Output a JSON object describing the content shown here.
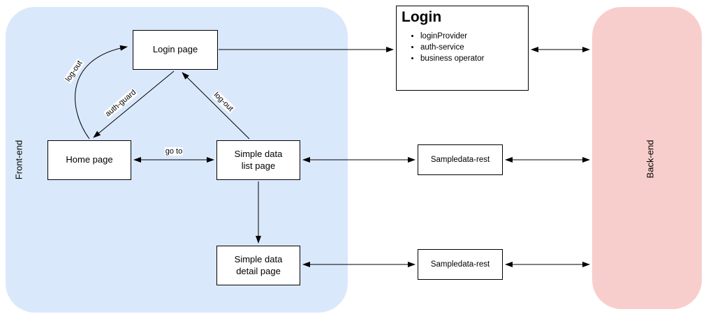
{
  "containers": {
    "frontend": {
      "label": "Front-end",
      "fill": "#dae8fc"
    },
    "backend": {
      "label": "Back-end",
      "fill": "#f8cecc"
    }
  },
  "nodes": {
    "login_page": {
      "label": "Login page"
    },
    "home_page": {
      "label": "Home page"
    },
    "list_page": {
      "line1": "Simple data",
      "line2": "list page"
    },
    "detail_page": {
      "line1": "Simple data",
      "line2": "detail page"
    },
    "login_service": {
      "title": "Login",
      "bullets": [
        "loginProvider",
        "auth-service",
        "business operator"
      ]
    },
    "rest_top": {
      "label": "Sampledata-rest"
    },
    "rest_bottom": {
      "label": "Sampledata-rest"
    }
  },
  "edge_labels": {
    "go_to": "go to",
    "auth_guard": "auth-guard",
    "logout_diag": "log-out",
    "logout_curve": "log-out"
  },
  "colors": {
    "node_border": "#000000",
    "arrow": "#000000"
  }
}
